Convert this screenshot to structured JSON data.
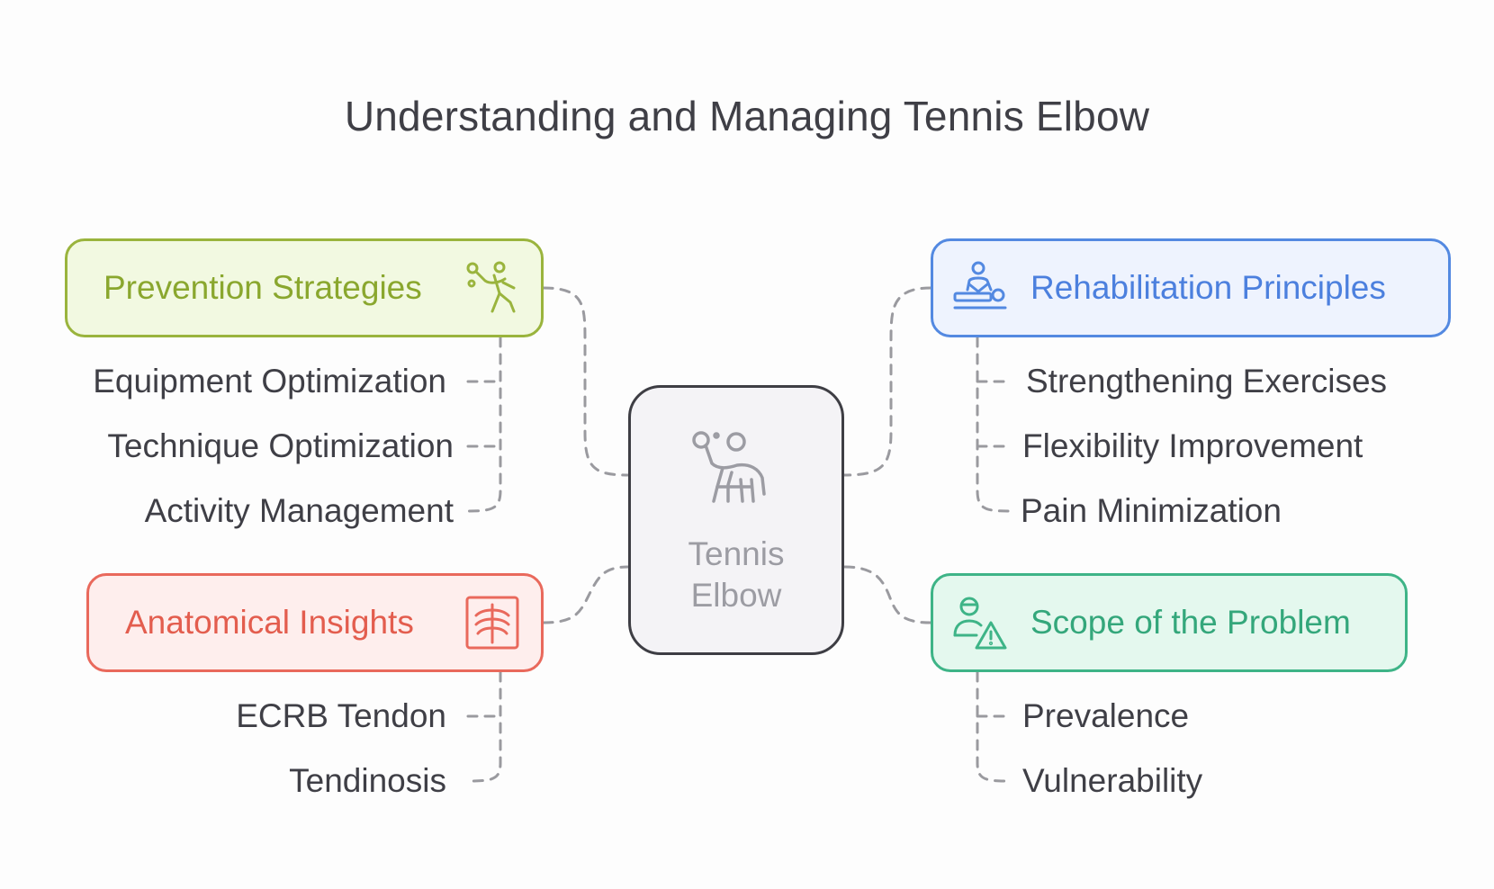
{
  "title": "Understanding and Managing Tennis Elbow",
  "center": {
    "label_line1": "Tennis",
    "label_line2": "Elbow",
    "icon": "tennis-player-icon"
  },
  "branches": {
    "prevention": {
      "label": "Prevention Strategies",
      "icon": "tennis-player-icon",
      "color": "#9ab43d",
      "items": [
        "Equipment Optimization",
        "Technique Optimization",
        "Activity Management"
      ]
    },
    "anatomy": {
      "label": "Anatomical Insights",
      "icon": "xray-ribcage-icon",
      "color": "#e9695c",
      "items": [
        "ECRB Tendon",
        "Tendinosis"
      ]
    },
    "rehab": {
      "label": "Rehabilitation Principles",
      "icon": "massage-therapy-icon",
      "color": "#5389e1",
      "items": [
        "Strengthening Exercises",
        "Flexibility Improvement",
        "Pain Minimization"
      ]
    },
    "scope": {
      "label": "Scope of the Problem",
      "icon": "user-warning-icon",
      "color": "#3eb487",
      "items": [
        "Prevalence",
        "Vulnerability"
      ]
    }
  }
}
